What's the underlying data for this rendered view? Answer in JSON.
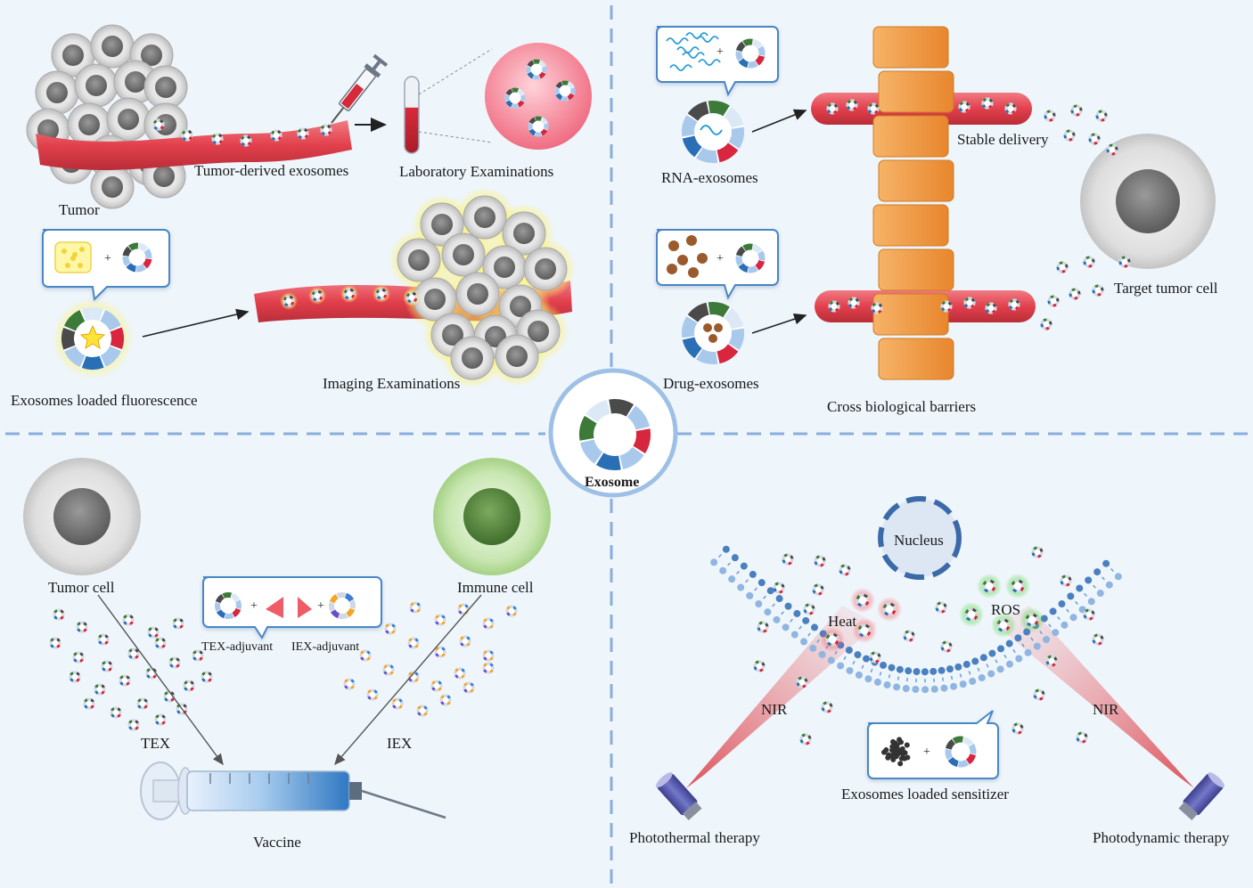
{
  "center": {
    "label": "Exosome"
  },
  "top_left": {
    "tumor": "Tumor",
    "tumor_derived_exosomes": "Tumor-derived exosomes",
    "laboratory_examinations": "Laboratory Examinations",
    "exosomes_loaded_fluorescence": "Exosomes loaded fluorescence",
    "imaging_examinations": "Imaging Examinations"
  },
  "top_right": {
    "rna_exosomes": "RNA-exosomes",
    "drug_exosomes": "Drug-exosomes",
    "stable_delivery": "Stable delivery",
    "target_tumor_cell": "Target tumor cell",
    "cross_biological_barriers": "Cross biological barriers"
  },
  "bottom_left": {
    "tumor_cell": "Tumor cell",
    "immune_cell": "Immune cell",
    "tex_adjuvant": "TEX-adjuvant",
    "iex_adjuvant": "IEX-adjuvant",
    "tex": "TEX",
    "iex": "IEX",
    "vaccine": "Vaccine"
  },
  "bottom_right": {
    "nucleus": "Nucleus",
    "heat": "Heat",
    "ros": "ROS",
    "nir_left": "NIR",
    "nir_right": "NIR",
    "exosomes_loaded_sensitizer": "Exosomes loaded sensitizer",
    "photothermal_therapy": "Photothermal therapy",
    "photodynamic_therapy": "Photodynamic therapy"
  },
  "plus_sign": "+",
  "colors": {
    "background": "#eef5fb",
    "divider": "#8aaedb",
    "vessel": "#e24a55",
    "exosome_red": "#d7263d",
    "exosome_blue": "#2a6fb5",
    "exosome_green": "#3c7a3a",
    "exosome_dark": "#4a4a4a",
    "exosome_light": "#a9c9ec",
    "barrier": "#f0a04b",
    "immune_green": "#a8d38a",
    "membrane": "#4a7fc0"
  }
}
